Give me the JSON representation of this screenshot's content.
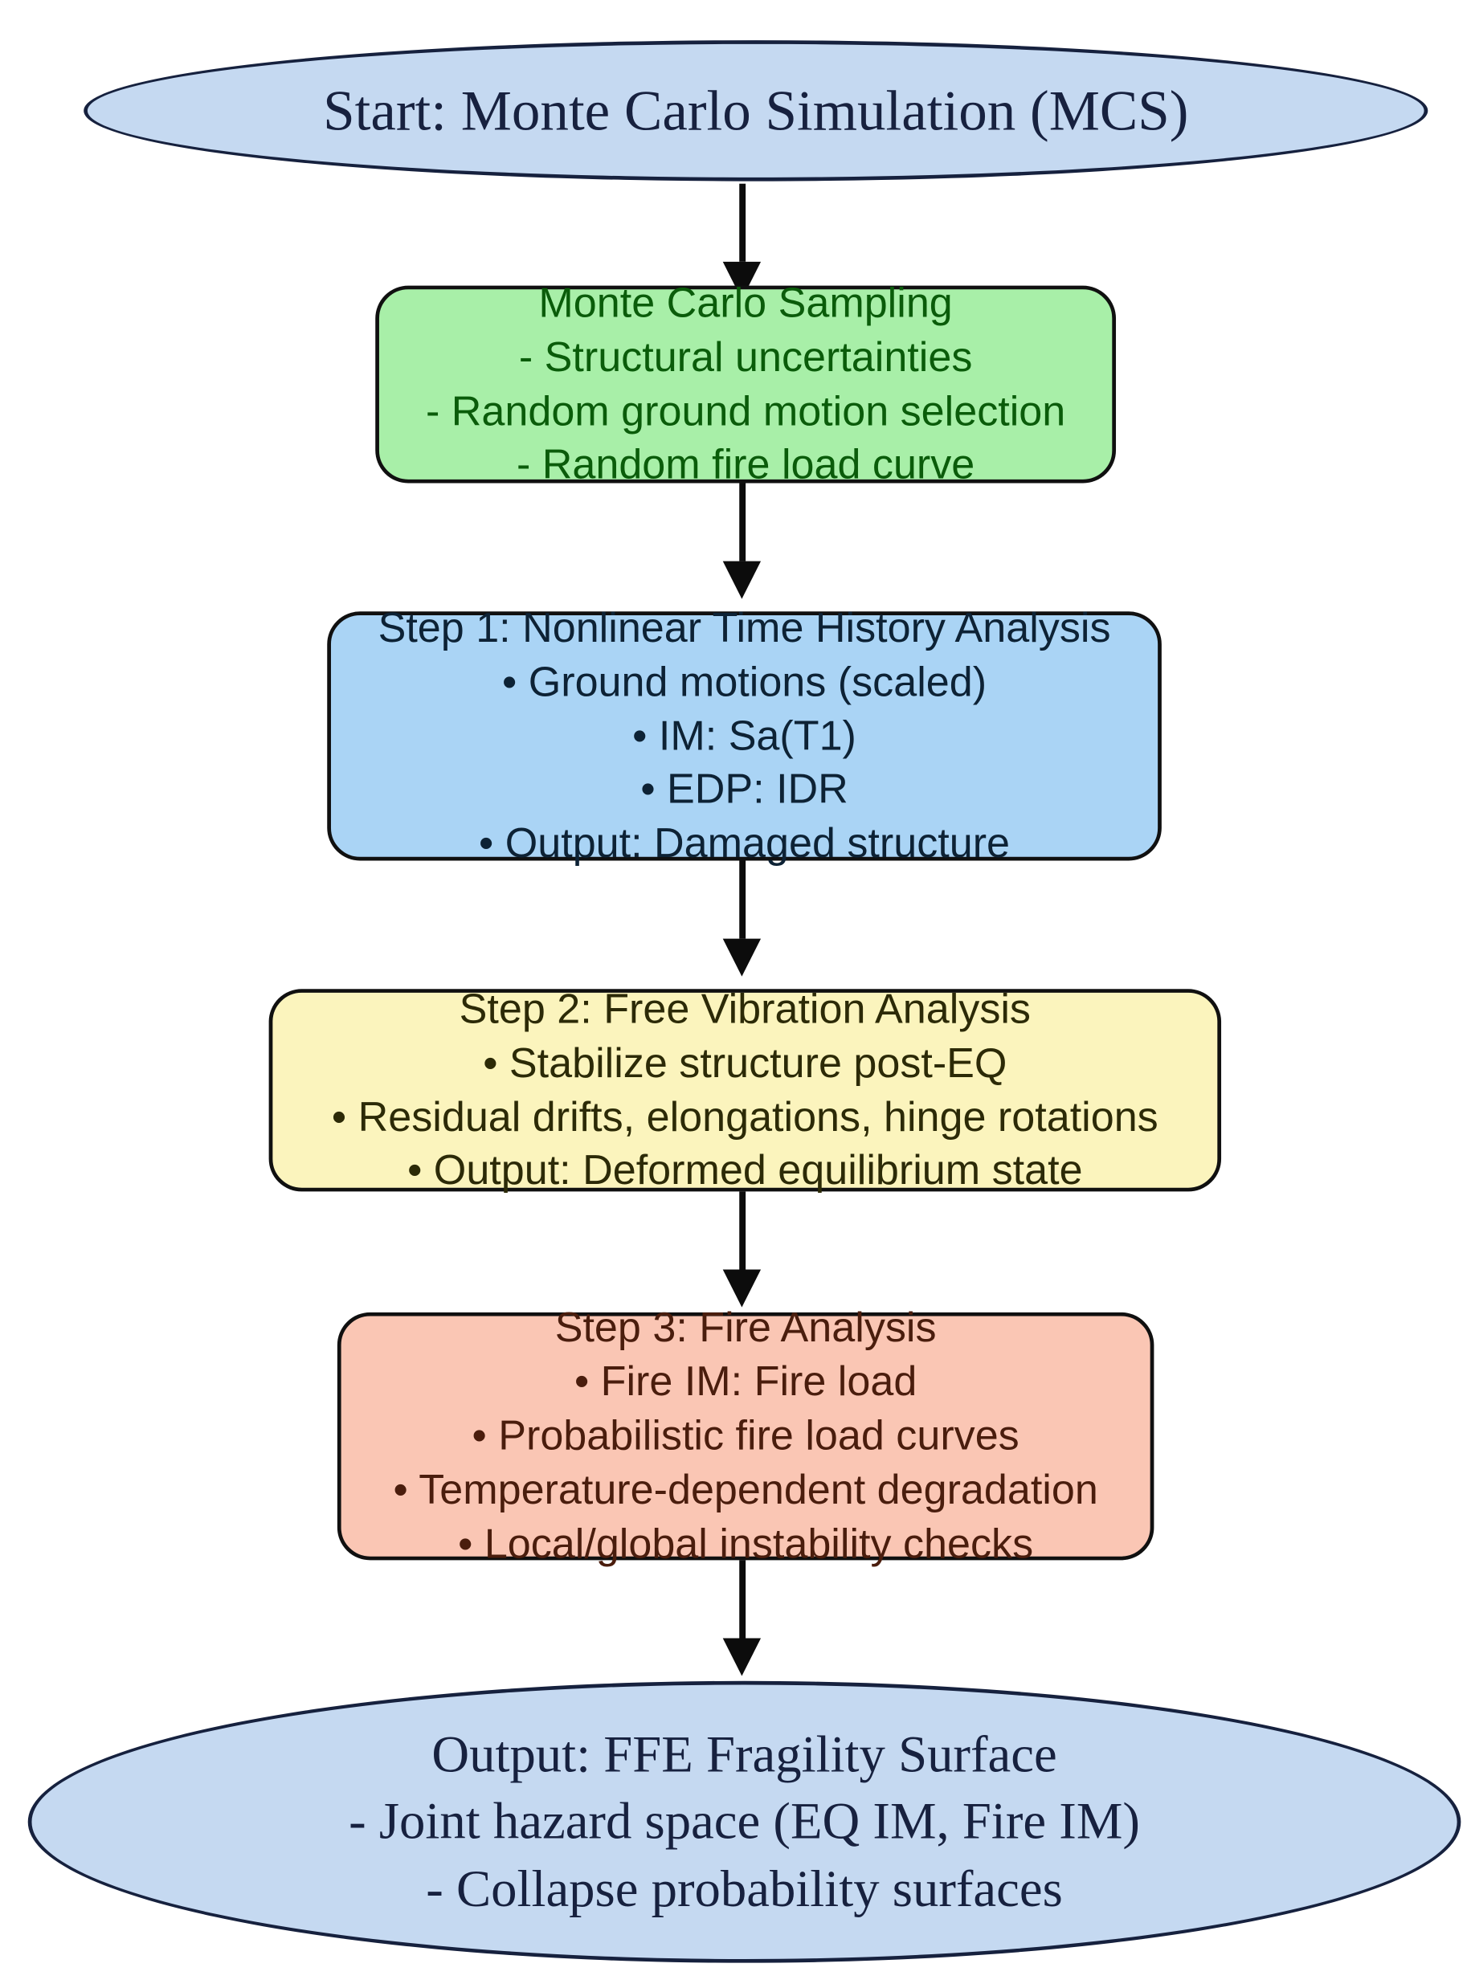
{
  "diagram": {
    "title": "Monte Carlo Simulation workflow for FFE fragility surface",
    "background_color": "#ffffff",
    "connector_color": "#0c0c0c",
    "nodes": [
      {
        "id": "start",
        "shape": "ellipse",
        "fill": "#c5d9f1",
        "stroke": "#16213e",
        "text_color": "#17213f",
        "font": "serif",
        "label": "Start: Monte Carlo Simulation (MCS)"
      },
      {
        "id": "sampling",
        "shape": "rounded-rect",
        "fill": "#a8efa8",
        "stroke": "#101010",
        "text_color": "#0a5c0a",
        "font": "sans",
        "label": "Monte Carlo Sampling\n- Structural uncertainties\n- Random ground motion selection\n- Random fire load curve"
      },
      {
        "id": "step1",
        "shape": "rounded-rect",
        "fill": "#aad4f5",
        "stroke": "#101010",
        "text_color": "#0d2235",
        "font": "sans",
        "label": "Step 1: Nonlinear Time History Analysis\n• Ground motions (scaled)\n• IM: Sa(T1)\n• EDP: IDR\n• Output: Damaged structure"
      },
      {
        "id": "step2",
        "shape": "rounded-rect",
        "fill": "#fbf4bd",
        "stroke": "#101010",
        "text_color": "#2c2a07",
        "font": "sans",
        "label": "Step 2: Free Vibration Analysis\n• Stabilize structure post-EQ\n• Residual drifts, elongations, hinge rotations\n• Output: Deformed equilibrium state"
      },
      {
        "id": "step3",
        "shape": "rounded-rect",
        "fill": "#fac6b4",
        "stroke": "#101010",
        "text_color": "#4a1d0d",
        "font": "sans",
        "label": "Step 3: Fire Analysis\n• Fire IM: Fire load\n• Probabilistic fire load curves\n• Temperature-dependent degradation\n• Local/global instability checks"
      },
      {
        "id": "output",
        "shape": "ellipse",
        "fill": "#c5d9f1",
        "stroke": "#16213e",
        "text_color": "#17213f",
        "font": "serif",
        "label": "Output: FFE Fragility Surface\n- Joint hazard space (EQ IM, Fire IM)\n- Collapse probability surfaces"
      }
    ],
    "edges": [
      {
        "id": "edge-start-sampling",
        "from": "start",
        "to": "sampling"
      },
      {
        "id": "edge-sampling-step1",
        "from": "sampling",
        "to": "step1"
      },
      {
        "id": "edge-step1-step2",
        "from": "step1",
        "to": "step2"
      },
      {
        "id": "edge-step2-step3",
        "from": "step2",
        "to": "step3"
      },
      {
        "id": "edge-step3-output",
        "from": "step3",
        "to": "output"
      }
    ]
  }
}
